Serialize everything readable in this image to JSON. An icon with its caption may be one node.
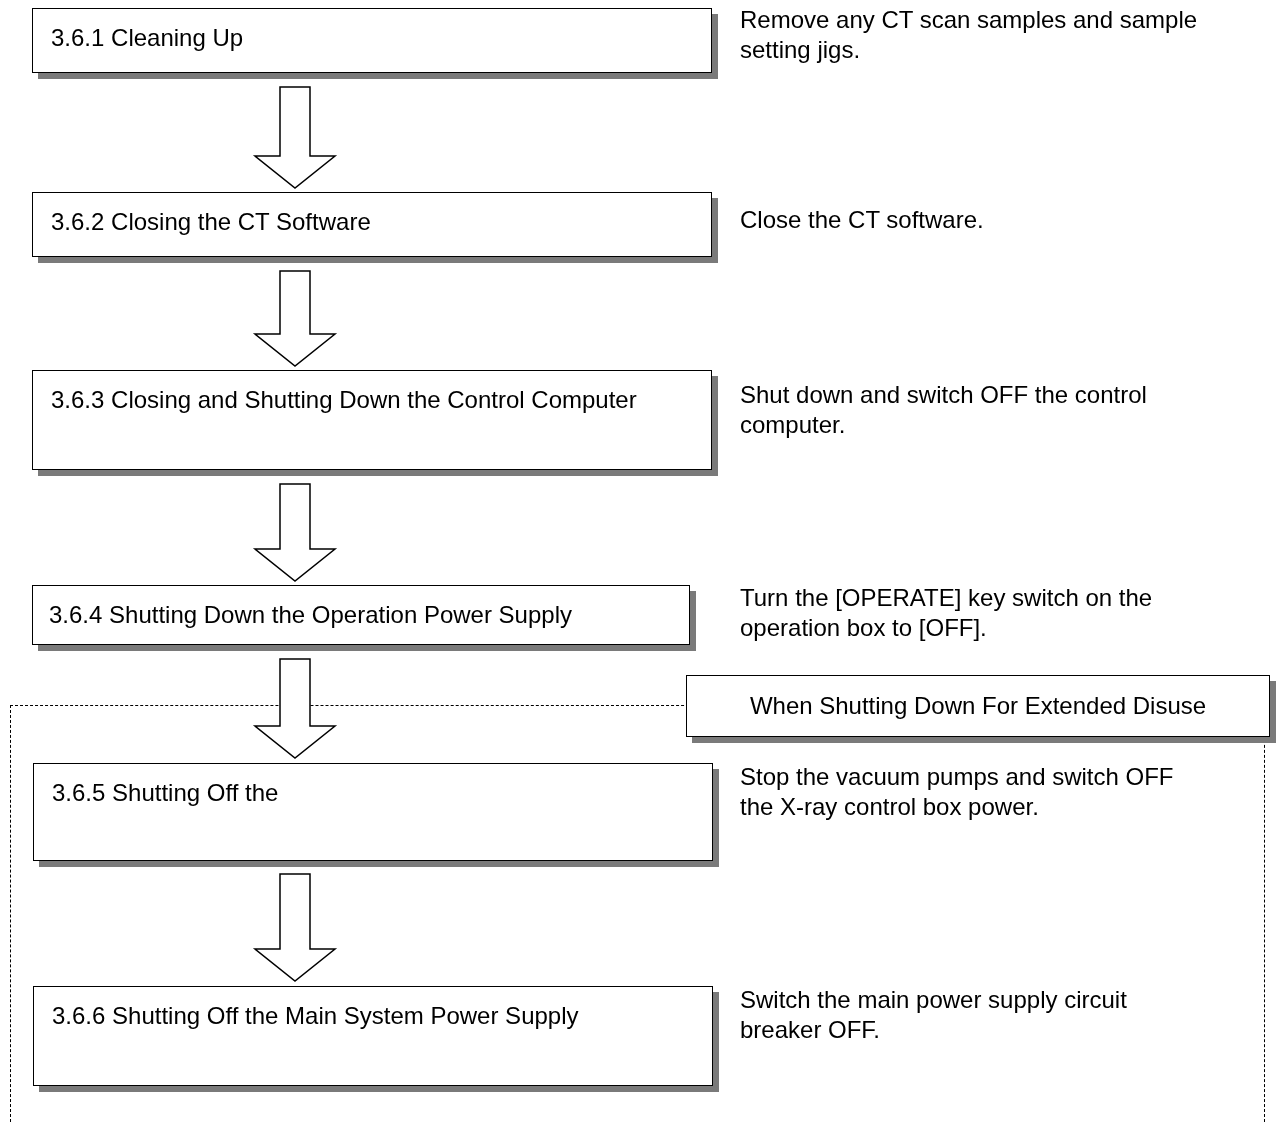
{
  "diagram": {
    "nodes": [
      {
        "text": [
          "3.6.1 Cleaning Up"
        ],
        "beside": [
          "Remove any CT scan samples and sample setting jigs."
        ]
      },
      {
        "text": [
          "3.6.2 Closing the CT Software"
        ],
        "beside": [
          "Close the CT software."
        ]
      },
      {
        "text": [
          "3.6.3 Closing and Shutting Down the Control Computer"
        ],
        "beside": [
          "Shut down and switch OFF the control computer."
        ]
      },
      {
        "text": [
          "3.6.4 Shutting Down the Operation Power Supply"
        ],
        "beside": [
          "Turn the [OPERATE] key switch on the operation box to [OFF]."
        ]
      },
      {
        "text": [],
        "shape": "box"
      },
      {
        "text": [
          "When Shutting Down For Extended Disuse"
        ]
      },
      {
        "text": [
          "3.6.5 Shutting Off the"
        ],
        "in": 4,
        "beside": [
          "Stop the vacuum pumps and switch OFF the X-ray control box power."
        ]
      },
      {
        "text": [
          "3.6.6 Shutting Off the Main System Power Supply"
        ],
        "in": 4,
        "beside": [
          "Switch the main power supply circuit breaker OFF."
        ]
      }
    ],
    "edges": [
      {
        "from": 0,
        "to": 1,
        "arrow": "to"
      },
      {
        "from": 1,
        "to": 2,
        "arrow": "to"
      },
      {
        "from": 2,
        "to": 3,
        "arrow": "to"
      },
      {
        "from": 3,
        "to": 6,
        "arrow": "to"
      },
      {
        "from": 6,
        "to": 7,
        "arrow": "to"
      }
    ]
  }
}
